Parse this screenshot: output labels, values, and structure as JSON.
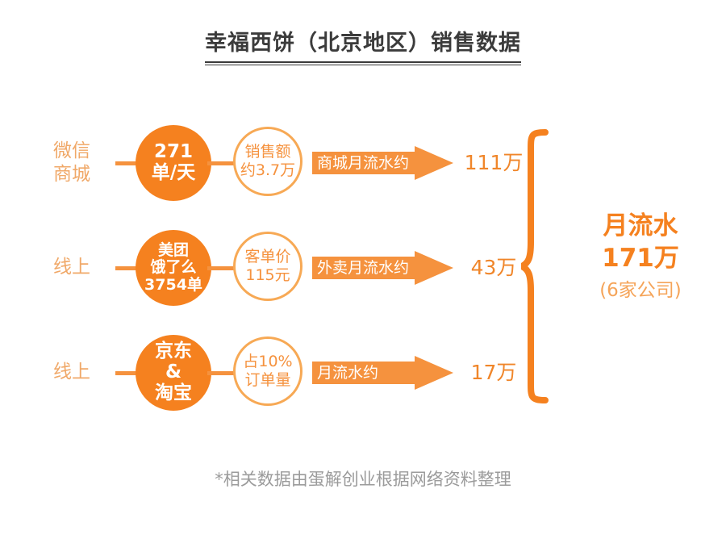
{
  "title": {
    "text": "幸福西饼（北京地区）销售数据"
  },
  "chart_data": {
    "type": "diagram",
    "title": "幸福西饼（北京地区）销售数据",
    "rows": [
      {
        "source_label": "微信\n商城",
        "metric_circle": "271\n单/天",
        "metric_circle_size": "sz-big",
        "detail_circle": "销售额\n约3.7万",
        "arrow_label": "商城月流水约",
        "result": "111万"
      },
      {
        "source_label": "线上",
        "metric_circle": "美团\n饿了么\n3754单",
        "metric_circle_size": "sz-mid",
        "detail_circle": "客单价\n115元",
        "arrow_label": "外卖月流水约",
        "result": "43万"
      },
      {
        "source_label": "线上",
        "metric_circle": "京东\n&\n淘宝",
        "metric_circle_size": "sz-big",
        "detail_circle": "占10%\n订单量",
        "arrow_label": "月流水约",
        "result": "17万"
      }
    ],
    "summary": {
      "title": "月流水",
      "value": "171万",
      "note": "(6家公司)"
    },
    "colors": {
      "orange_solid": "#f5811f",
      "orange_arrow": "#f5923e",
      "orange_light": "#f7a955",
      "label_tan": "#f0a868",
      "title_dark": "#3b3b3b",
      "footnote_gray": "#9b9b9b"
    }
  },
  "footnote": {
    "text": "*相关数据由蛋解创业根据网络资料整理"
  }
}
